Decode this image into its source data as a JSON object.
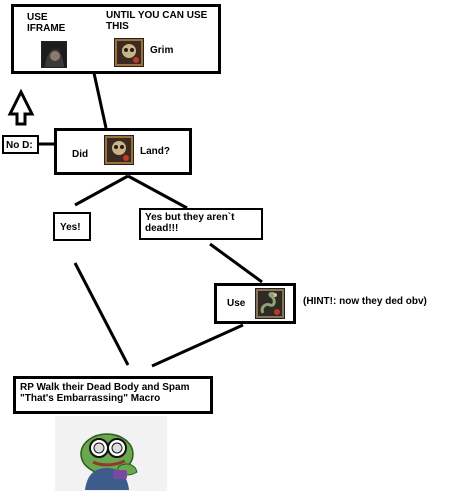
{
  "top_box": {
    "use_label": "USE\nIFRAME",
    "until_label": "UNTIL YOU CAN USE\nTHIS",
    "grim_label": "Grim",
    "iframe_icon": "hooded-figure-icon",
    "grim_icon": "grim-skull-ability-icon"
  },
  "no_box": {
    "label": "No D:"
  },
  "question_box": {
    "did_label": "Did",
    "land_label": "Land?",
    "ability_icon": "grim-skull-ability-icon"
  },
  "yes_box": {
    "label": "Yes!"
  },
  "yes_but_box": {
    "label": "Yes but they aren`t\ndead!!!"
  },
  "use_box": {
    "label": "Use",
    "ability_icon": "serpent-ability-icon"
  },
  "hint_text": "(HINT!: now they ded obv)",
  "final_box": {
    "label": "RP Walk their Dead Body and Spam\n\"That's Embarrassing\" Macro"
  },
  "meme": {
    "icon": "pepe-with-sunglasses-icon"
  },
  "colors": {
    "line": "#000000",
    "background": "#ffffff",
    "meme_bg": "#f2f2f2",
    "pepe_green": "#6aa84f"
  }
}
